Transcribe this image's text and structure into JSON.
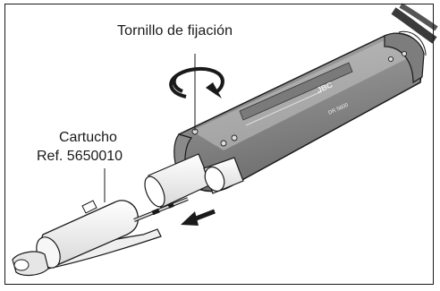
{
  "labels": {
    "fixing_screw": "Tornillo de fijación",
    "cartridge": "Cartucho",
    "cartridge_ref": "Ref. 5650010"
  },
  "handle_marks": {
    "brand": "JBC",
    "model": "DR 5600"
  },
  "icons": {
    "rotation": "rotate-arrow-icon",
    "extract": "extract-arrow-icon"
  },
  "colors": {
    "line": "#1a1a1a",
    "handle_body": "#9a9a9a",
    "handle_dark": "#6f6f6f",
    "handle_light": "#c8c8c8",
    "cartridge_body": "#f2f2f2",
    "frame": "#1a1a1a"
  }
}
